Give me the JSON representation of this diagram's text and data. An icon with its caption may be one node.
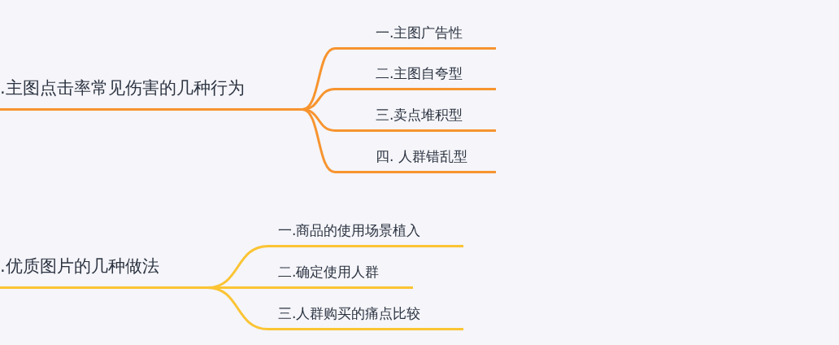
{
  "diagram": {
    "nodes": [
      {
        "text": [
          ".主图点击率常见伤害的几种行为"
        ]
      },
      {
        "text": [
          "一.主图广告性"
        ]
      },
      {
        "text": [
          "二.主图自夸型"
        ]
      },
      {
        "text": [
          "三.卖点堆积型"
        ]
      },
      {
        "text": [
          "四. 人群错乱型"
        ]
      },
      {
        "text": [
          ".优质图片的几种做法"
        ]
      },
      {
        "text": [
          "一.商品的使用场景植入"
        ]
      },
      {
        "text": [
          "二.确定使用人群"
        ]
      },
      {
        "text": [
          "三.人群购买的痛点比较"
        ]
      }
    ],
    "edges": [
      {
        "from": 0,
        "to": 1,
        "arrow": "none"
      },
      {
        "from": 0,
        "to": 2,
        "arrow": "none"
      },
      {
        "from": 0,
        "to": 3,
        "arrow": "none"
      },
      {
        "from": 0,
        "to": 4,
        "arrow": "none"
      },
      {
        "from": 5,
        "to": 6,
        "arrow": "none",
        "color": "#fbc433"
      },
      {
        "from": 5,
        "to": 7,
        "arrow": "none",
        "color": "#fbc433"
      },
      {
        "from": 5,
        "to": 8,
        "arrow": "none",
        "color": "#fbc433"
      }
    ]
  }
}
